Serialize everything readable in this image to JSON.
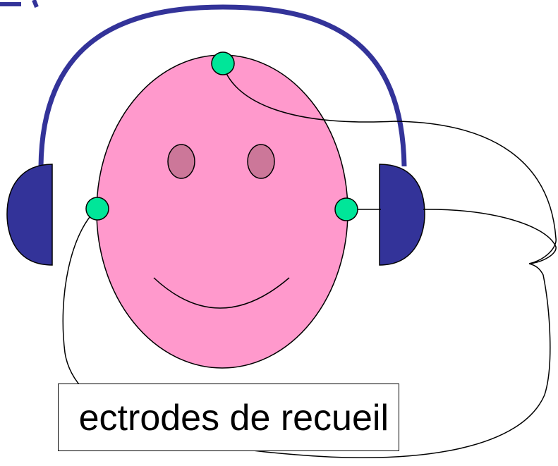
{
  "caption": {
    "text": "ectrodes de recueil"
  },
  "colors": {
    "face": "#ff99cc",
    "eyes": "#cc7799",
    "headband": "#333399",
    "earcups": "#333399",
    "electrodes": "#00e699",
    "wires": "#000000",
    "top_fragment": "#333399"
  },
  "icons": {
    "face": "smiling-face",
    "headphones": "headphones",
    "electrodes": "electrode-dot"
  }
}
